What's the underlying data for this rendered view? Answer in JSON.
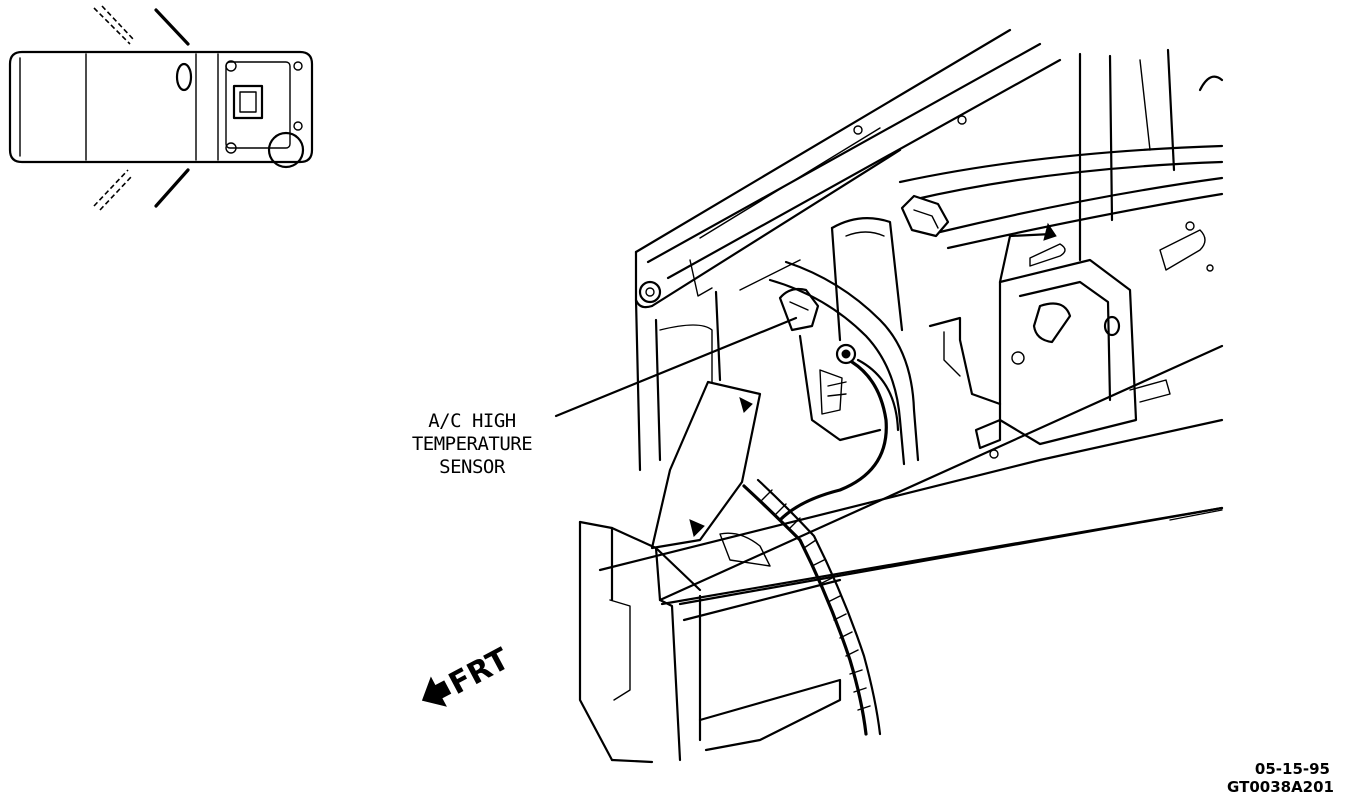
{
  "callout": {
    "lines": [
      "A/C HIGH",
      "TEMPERATURE",
      "SENSOR"
    ]
  },
  "direction_label": "FRT",
  "drawing_date": "05-15-95",
  "drawing_code": "GT0038A201",
  "colors": {
    "ink": "#000000",
    "paper": "#ffffff"
  },
  "icons": [
    "vehicle-top-view-locator-icon",
    "front-direction-arrow-icon"
  ]
}
